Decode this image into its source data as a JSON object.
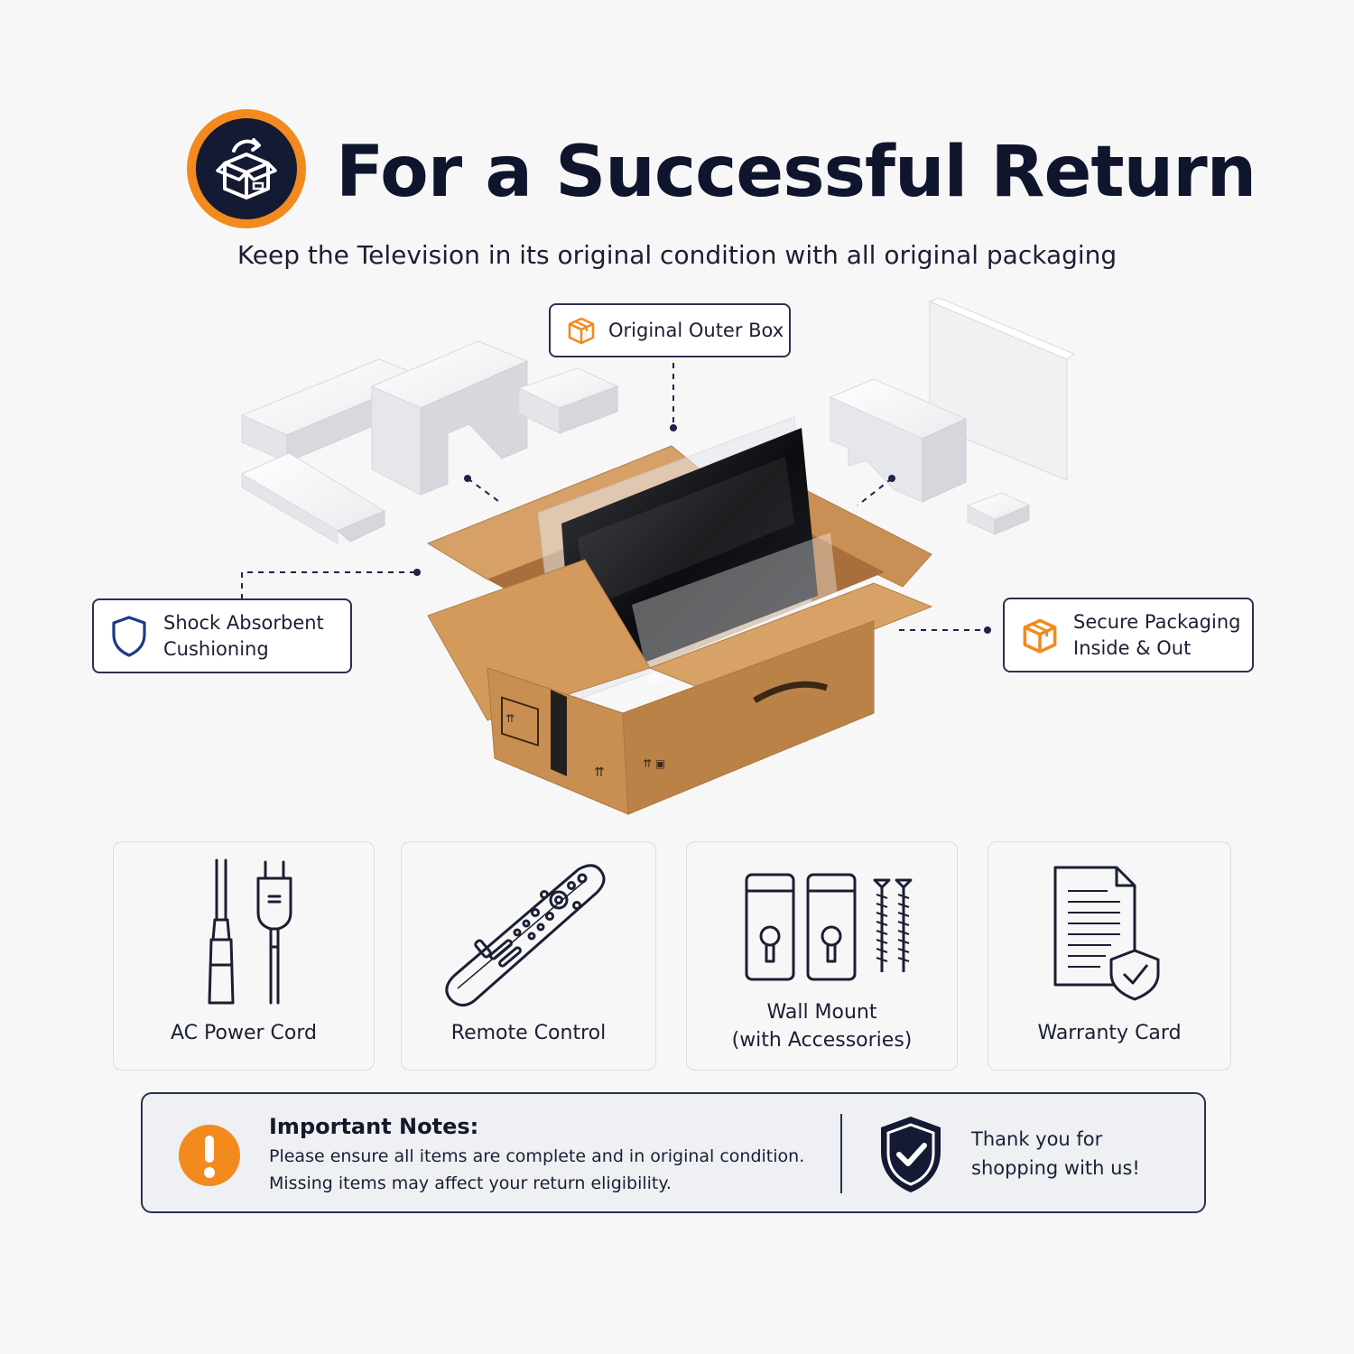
{
  "header": {
    "logo_icon": "box-return-icon",
    "title": "For a Successful Return",
    "subtitle": "Keep the Television in its original condition with all original packaging"
  },
  "callouts": {
    "outer_box": {
      "icon": "package-icon",
      "label": "Original Outer Box"
    },
    "cushioning": {
      "icon": "shield-icon",
      "line1": "Shock Absorbent",
      "line2": "Cushioning"
    },
    "secure": {
      "icon": "package-icon",
      "line1": "Secure Packaging",
      "line2": "Inside & Out"
    }
  },
  "accessories": [
    {
      "icon": "power-cord-icon",
      "label": "AC Power Cord"
    },
    {
      "icon": "remote-control-icon",
      "label": "Remote Control"
    },
    {
      "icon": "wall-mount-icon",
      "line1": "Wall Mount",
      "line2": "(with Accessories)"
    },
    {
      "icon": "warranty-card-icon",
      "label": "Warranty Card"
    }
  ],
  "notes": {
    "icon": "exclamation-icon",
    "title": "Important Notes:",
    "line1": "Please ensure all items are complete and in original condition.",
    "line2": "Missing items may affect your return eligibility.",
    "thanks_icon": "shield-check-icon",
    "thanks_line1": "Thank you for",
    "thanks_line2": "shopping with us!"
  },
  "colors": {
    "accent_orange": "#f28a1e",
    "navy": "#141a33",
    "cardboard": "#d39a5c"
  }
}
